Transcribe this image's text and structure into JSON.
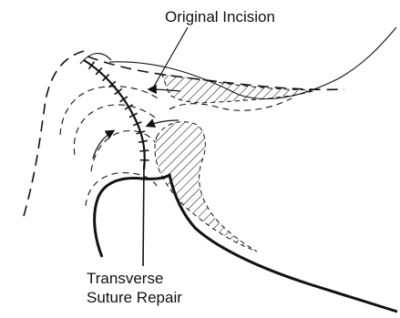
{
  "labels": {
    "original_incision": "Original Incision",
    "repair_line_1": "Transverse",
    "repair_line_2": "Suture Repair"
  }
}
